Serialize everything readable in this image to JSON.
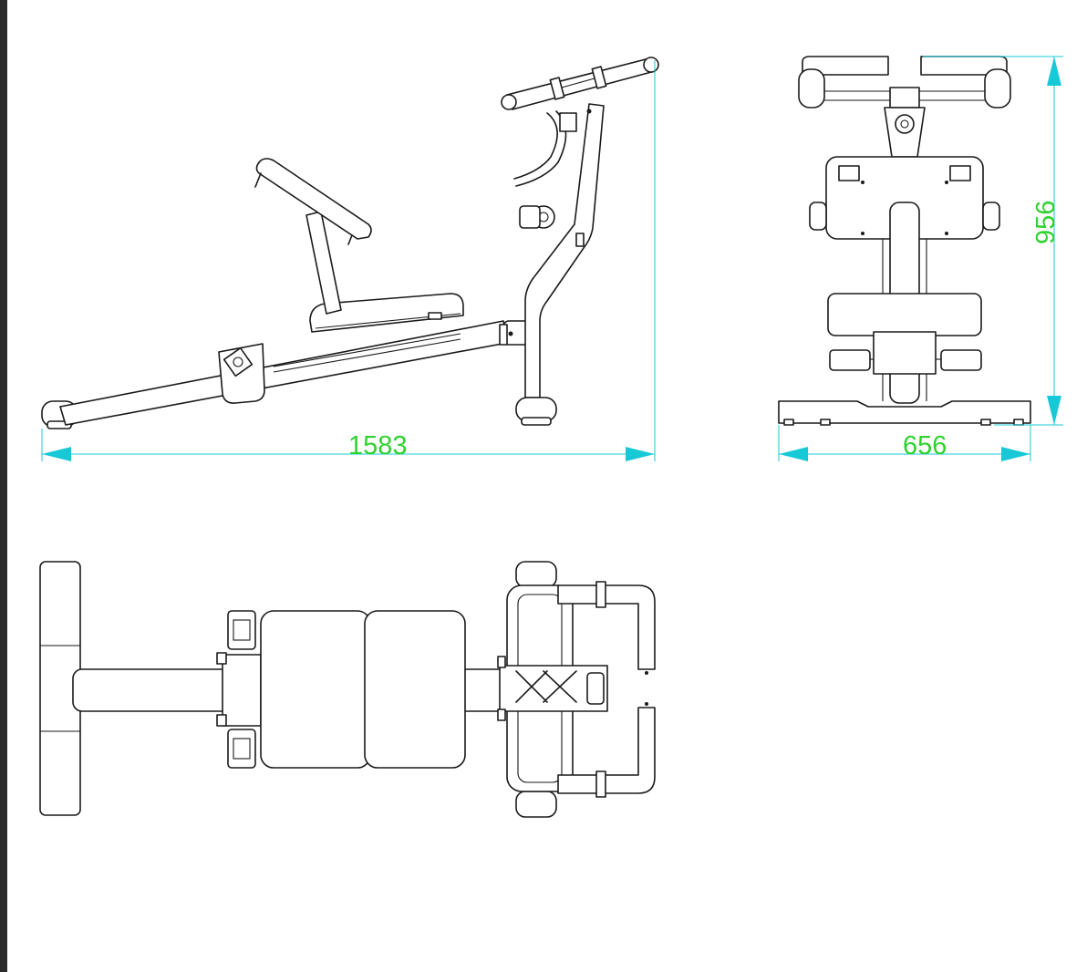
{
  "dimensions": {
    "length": "1583",
    "height": "956",
    "width": "656"
  },
  "colors": {
    "dimension_line": "#17c9d6",
    "dimension_text": "#2fd22f",
    "outline": "#1a1a1a",
    "background": "#ffffff",
    "left_edge_bar": "#2b2b2b"
  }
}
